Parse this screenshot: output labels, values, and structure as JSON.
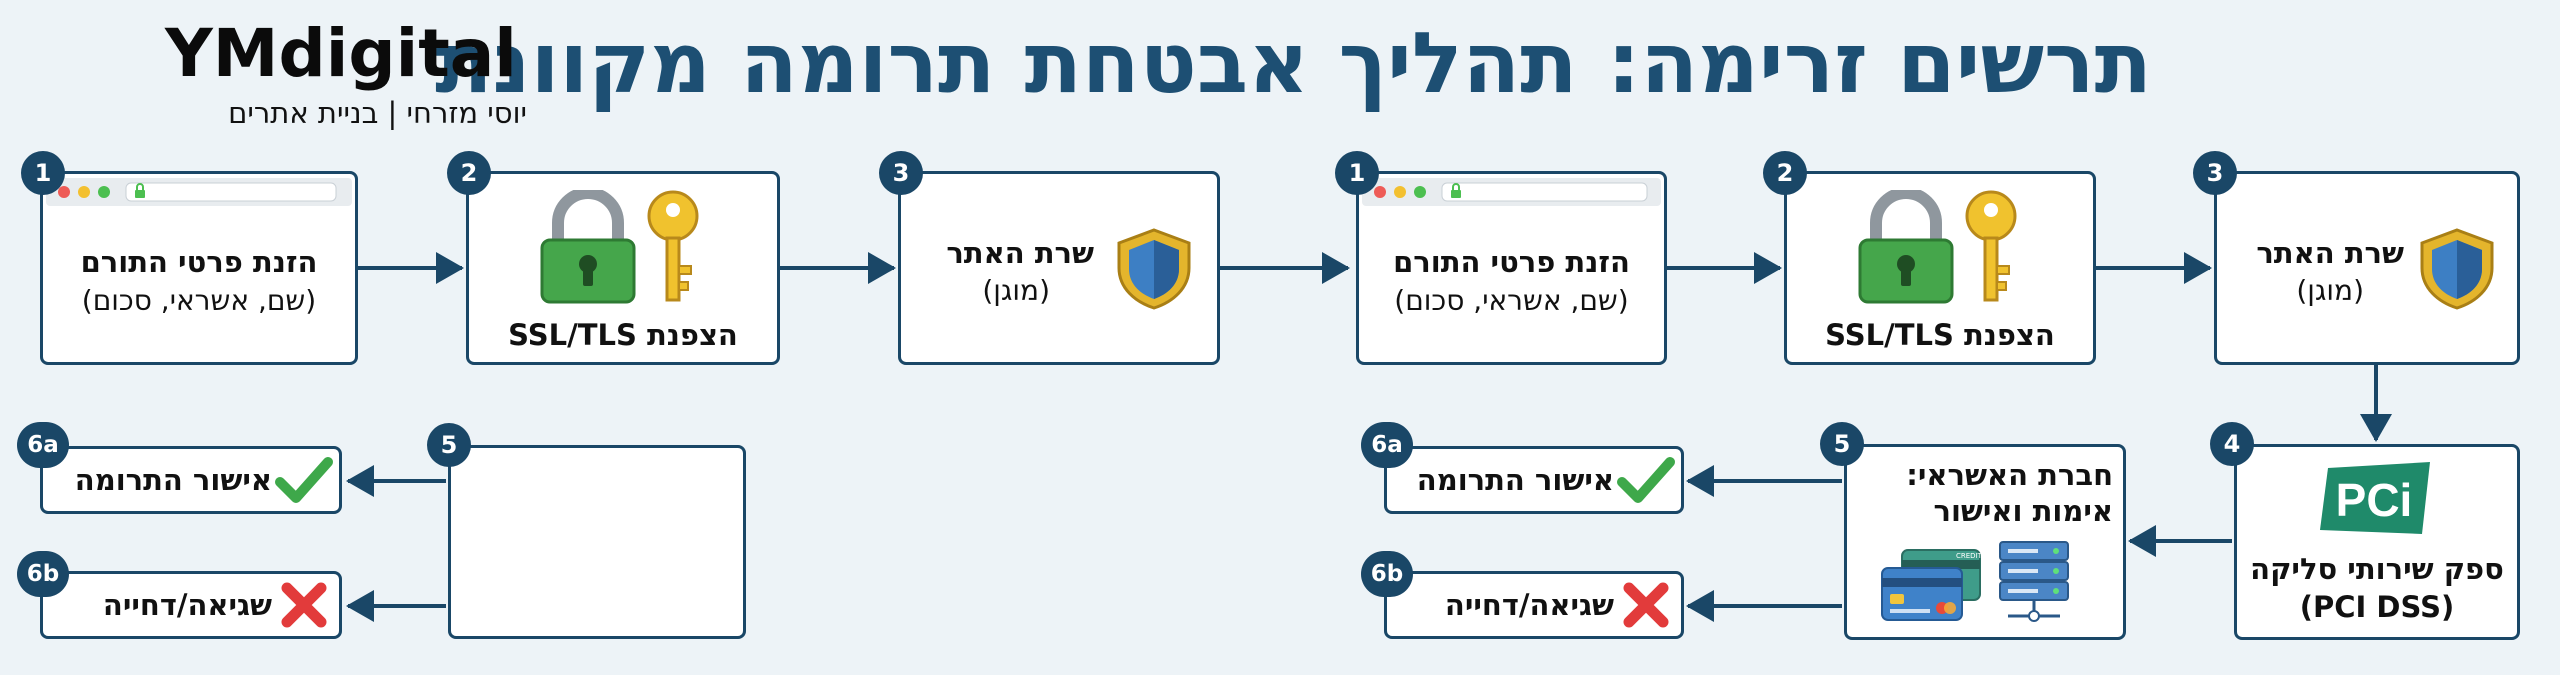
{
  "header": {
    "title": "תרשים זרימה: תהליך אבטחת תרומה מקוונת",
    "brand": "YMdigital",
    "author": "יוסי מזרחי | בניית אתרים"
  },
  "left_flow": {
    "step1": {
      "badge": "1",
      "title": "הזנת פרטי התורם",
      "subtitle": "(שם, אשראי, סכום)"
    },
    "step2": {
      "badge": "2",
      "label": "הצפנת SSL/TLS"
    },
    "step3": {
      "badge": "3",
      "title": "שרת האתר",
      "subtitle": "(מוגן)"
    },
    "step5": {
      "badge": "5"
    },
    "step6a": {
      "badge": "6a",
      "label": "אישור התרומה"
    },
    "step6b": {
      "badge": "6b",
      "label": "שגיאה/דחייה"
    }
  },
  "right_flow": {
    "step1": {
      "badge": "1",
      "title": "הזנת פרטי התורם",
      "subtitle": "(שם, אשראי, סכום)"
    },
    "step2": {
      "badge": "2",
      "label": "הצפנת SSL/TLS"
    },
    "step3": {
      "badge": "3",
      "title": "שרת האתר",
      "subtitle": "(מוגן)"
    },
    "step4": {
      "badge": "4",
      "logo": "PCi",
      "title": "ספק שירותי סליקה",
      "subtitle": "(PCI DSS)"
    },
    "step5": {
      "badge": "5",
      "title_line1": "חברת האשראי:",
      "title_line2": "אימות ואישור",
      "card_text": "CREDIT"
    },
    "step6a": {
      "badge": "6a",
      "label": "אישור התרומה"
    },
    "step6b": {
      "badge": "6b",
      "label": "שגיאה/דחייה"
    }
  },
  "icons": [
    "browser-window-icon",
    "padlock-icon",
    "key-icon",
    "shield-icon",
    "pci-logo-icon",
    "credit-card-icon",
    "server-icon",
    "checkmark-icon",
    "cross-icon"
  ],
  "colors": {
    "navy": "#1a4767",
    "title": "#1d4f73",
    "green": "#3ea84a",
    "red": "#e23b3b",
    "gold": "#e7b928",
    "shield_blue": "#3d7fc4"
  }
}
